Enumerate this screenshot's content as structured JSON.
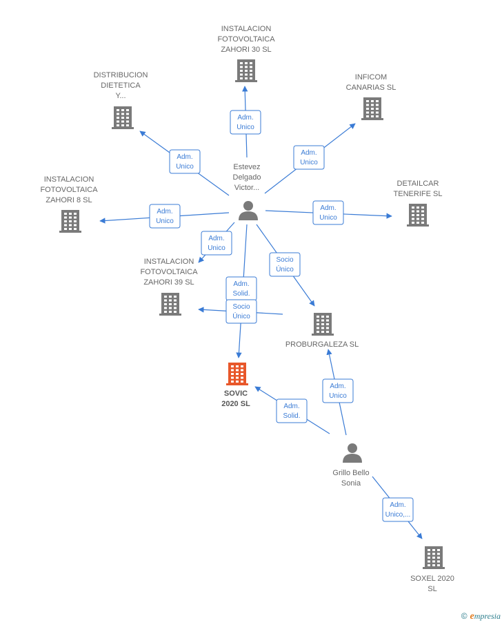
{
  "nodes": [
    {
      "id": "instalacion_30",
      "type": "company",
      "label": [
        "INSTALACION",
        "FOTOVOLTAICA",
        "ZAHORI 30 SL"
      ]
    },
    {
      "id": "distribucion",
      "type": "company",
      "label": [
        "DISTRIBUCION",
        "DIETETICA",
        "Y..."
      ]
    },
    {
      "id": "inficom",
      "type": "company",
      "label": [
        "INFICOM",
        "CANARIAS SL"
      ]
    },
    {
      "id": "instalacion_8",
      "type": "company",
      "label": [
        "INSTALACION",
        "FOTOVOLTAICA",
        "ZAHORI 8 SL"
      ]
    },
    {
      "id": "detailcar",
      "type": "company",
      "label": [
        "DETAILCAR",
        "TENERIFE SL"
      ]
    },
    {
      "id": "estevez",
      "type": "person",
      "label": [
        "Estevez",
        "Delgado",
        "Victor..."
      ]
    },
    {
      "id": "instalacion_39",
      "type": "company",
      "label": [
        "INSTALACION",
        "FOTOVOLTAICA",
        "ZAHORI 39 SL"
      ]
    },
    {
      "id": "proburgaleza",
      "type": "company",
      "label": [
        "PROBURGALEZA SL"
      ]
    },
    {
      "id": "sovic",
      "type": "company",
      "highlight": true,
      "label": [
        "SOVIC",
        "2020  SL"
      ]
    },
    {
      "id": "grillo",
      "type": "person",
      "label": [
        "Grillo Bello",
        "Sonia"
      ]
    },
    {
      "id": "soxel",
      "type": "company",
      "label": [
        "SOXEL 2020",
        "SL"
      ]
    }
  ],
  "edges": [
    {
      "from": "estevez",
      "to": "instalacion_30",
      "label": [
        "Adm.",
        "Unico"
      ]
    },
    {
      "from": "estevez",
      "to": "distribucion",
      "label": [
        "Adm.",
        "Unico"
      ]
    },
    {
      "from": "estevez",
      "to": "inficom",
      "label": [
        "Adm.",
        "Unico"
      ]
    },
    {
      "from": "estevez",
      "to": "instalacion_8",
      "label": [
        "Adm.",
        "Unico"
      ]
    },
    {
      "from": "estevez",
      "to": "detailcar",
      "label": [
        "Adm.",
        "Unico"
      ]
    },
    {
      "from": "estevez",
      "to": "instalacion_39",
      "label": [
        "Adm.",
        "Unico"
      ]
    },
    {
      "from": "estevez",
      "to": "proburgaleza",
      "label": [
        "Socio",
        "Único"
      ]
    },
    {
      "from": "estevez",
      "to": "sovic",
      "label": [
        "Adm.",
        "Solid."
      ]
    },
    {
      "from": "proburgaleza",
      "to": "instalacion_39",
      "label": [
        "Socio",
        "Único"
      ]
    },
    {
      "from": "grillo",
      "to": "proburgaleza",
      "label": [
        "Adm.",
        "Unico"
      ]
    },
    {
      "from": "grillo",
      "to": "sovic",
      "label": [
        "Adm.",
        "Solid."
      ]
    },
    {
      "from": "grillo",
      "to": "soxel",
      "label": [
        "Adm.",
        "Unico,..."
      ]
    }
  ],
  "colors": {
    "edge": "#3a7bd5",
    "company": "#7a7a7a",
    "highlight": "#e8572a",
    "person": "#7a7a7a"
  },
  "footer": {
    "copyright": "©",
    "brand_initial": "e",
    "brand_rest": "mpresia"
  }
}
